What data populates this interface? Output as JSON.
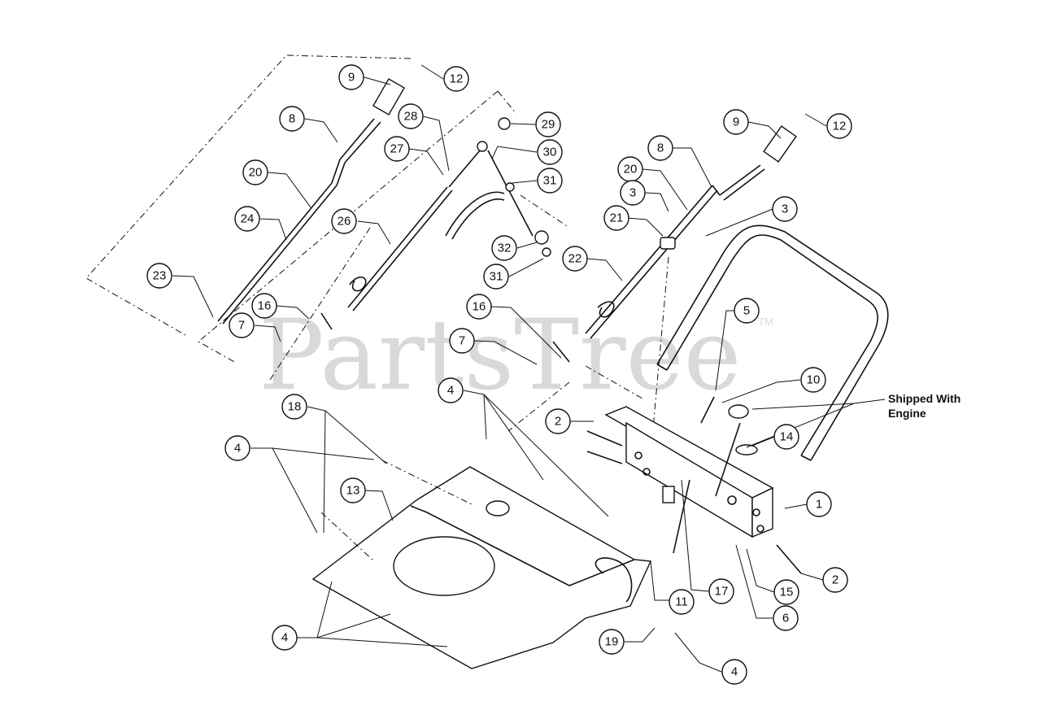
{
  "watermark": {
    "text": "PartsTree",
    "tm": "TM"
  },
  "note": {
    "line1": "Shipped With",
    "line2": "Engine"
  },
  "callouts": [
    {
      "label": "9"
    },
    {
      "label": "12"
    },
    {
      "label": "8"
    },
    {
      "label": "28"
    },
    {
      "label": "29"
    },
    {
      "label": "27"
    },
    {
      "label": "30"
    },
    {
      "label": "31"
    },
    {
      "label": "20"
    },
    {
      "label": "24"
    },
    {
      "label": "26"
    },
    {
      "label": "32"
    },
    {
      "label": "31"
    },
    {
      "label": "23"
    },
    {
      "label": "16"
    },
    {
      "label": "7"
    },
    {
      "label": "9"
    },
    {
      "label": "12"
    },
    {
      "label": "8"
    },
    {
      "label": "20"
    },
    {
      "label": "3"
    },
    {
      "label": "3"
    },
    {
      "label": "21"
    },
    {
      "label": "22"
    },
    {
      "label": "16"
    },
    {
      "label": "7"
    },
    {
      "label": "5"
    },
    {
      "label": "10"
    },
    {
      "label": "4"
    },
    {
      "label": "18"
    },
    {
      "label": "2"
    },
    {
      "label": "14"
    },
    {
      "label": "4"
    },
    {
      "label": "13"
    },
    {
      "label": "1"
    },
    {
      "label": "2"
    },
    {
      "label": "15"
    },
    {
      "label": "17"
    },
    {
      "label": "11"
    },
    {
      "label": "6"
    },
    {
      "label": "4"
    },
    {
      "label": "19"
    },
    {
      "label": "4"
    }
  ]
}
